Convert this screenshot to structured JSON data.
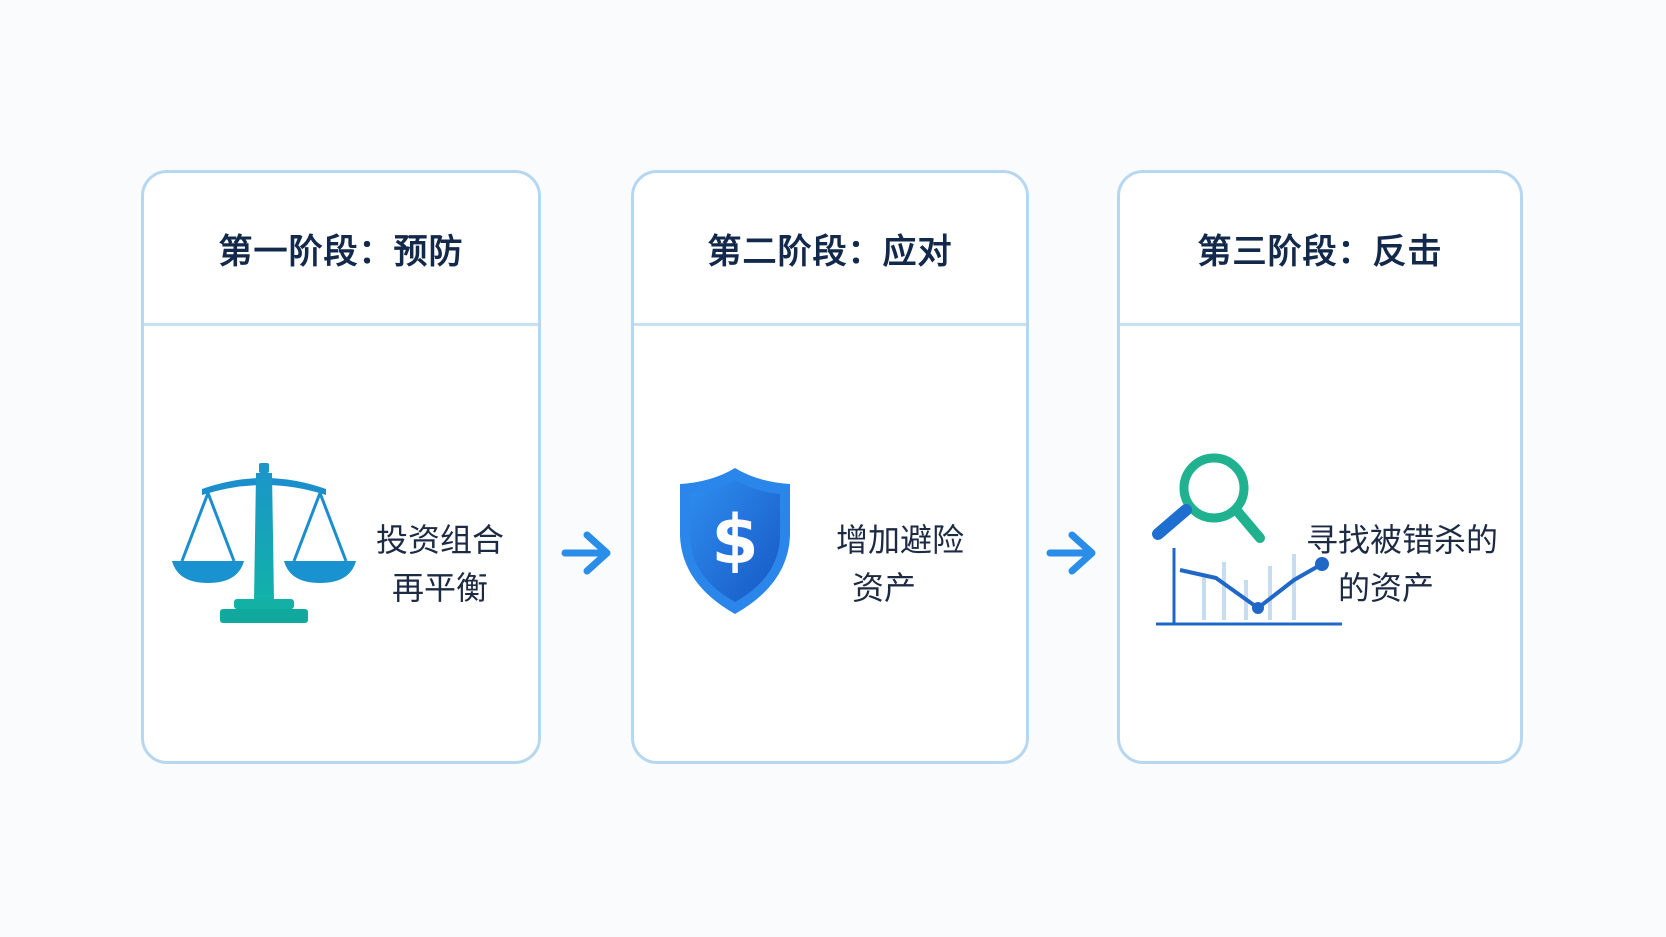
{
  "stages": [
    {
      "title": "第一阶段：预防",
      "text_lines": [
        "投资组合",
        "再平衡"
      ],
      "icon": "balance-scale-icon"
    },
    {
      "title": "第二阶段：应对",
      "text_lines": [
        "增加避险",
        "资产"
      ],
      "icon": "dollar-shield-icon",
      "icon_glyph": "$"
    },
    {
      "title": "第三阶段：反击",
      "text_lines": [
        "寻找被错杀的",
        "的资产"
      ],
      "icon": "magnifier-chart-icon"
    }
  ],
  "connectors": [
    "arrow-right-icon",
    "arrow-right-icon"
  ],
  "colors": {
    "card_border": "#b7d7f0",
    "title_text": "#13294b",
    "scale_teal": "#14a7b5",
    "shield_blue": "#1f74e0",
    "magnifier_green": "#20b28f",
    "chart_blue": "#1f68c8",
    "arrow_blue": "#2a8de8"
  }
}
